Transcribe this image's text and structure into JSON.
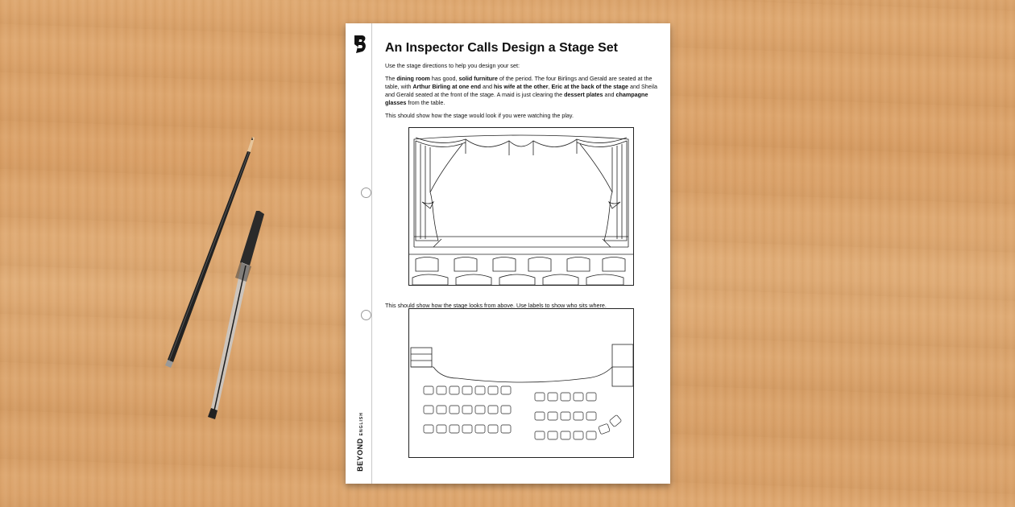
{
  "worksheet": {
    "title_regular": "An Inspector Calls",
    "title_bold": "Design a Stage Set",
    "intro": "Use the stage directions to help you design your set:",
    "directions": [
      {
        "t": "The ",
        "b": false
      },
      {
        "t": "dining room",
        "b": true
      },
      {
        "t": " has good, ",
        "b": false
      },
      {
        "t": "solid furniture",
        "b": true
      },
      {
        "t": " of the period. The four Birlings and Gerald are seated at the table, with ",
        "b": false
      },
      {
        "t": "Arthur Birling at one end",
        "b": true
      },
      {
        "t": " and ",
        "b": false
      },
      {
        "t": "his wife at the other",
        "b": true
      },
      {
        "t": ", ",
        "b": false
      },
      {
        "t": "Eric at the back of the stage",
        "b": true
      },
      {
        "t": " and Sheila and Gerald seated at the front of the stage. A maid is just clearing the ",
        "b": false
      },
      {
        "t": "dessert plates",
        "b": true
      },
      {
        "t": " and ",
        "b": false
      },
      {
        "t": "champagne glasses",
        "b": true
      },
      {
        "t": " from the table.",
        "b": false
      }
    ],
    "caption_front": "This should show how the stage would look if you were watching the play.",
    "caption_above": "This should show how the stage looks from above. Use labels to show who sits where.",
    "brand_main": "BEYOND",
    "brand_sub": "ENGLISH"
  },
  "colors": {
    "desk": "#dca46c",
    "ink": "#111111",
    "pencil_body": "#1e1e1e",
    "pen_cap": "#2a2a2a"
  }
}
